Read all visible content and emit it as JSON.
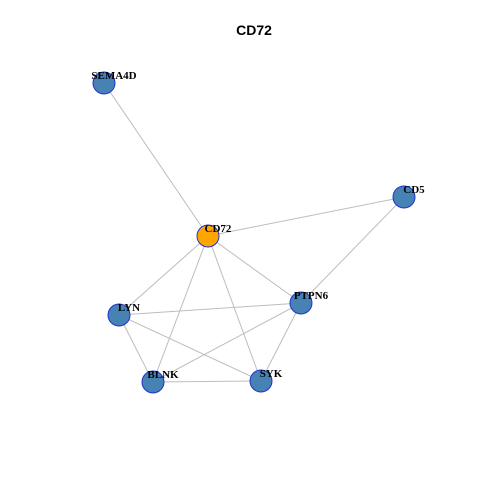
{
  "title": "CD72",
  "colors": {
    "focus_node": "#FFA500",
    "other_node": "#4682B4",
    "node_border": "#2233CC",
    "edge": "#BDBDBD"
  },
  "nodes": [
    {
      "id": "SEMA4D",
      "label": "SEMA4D",
      "focus": false
    },
    {
      "id": "CD72",
      "label": "CD72",
      "focus": true
    },
    {
      "id": "CD5",
      "label": "CD5",
      "focus": false
    },
    {
      "id": "PTPN6",
      "label": "PTPN6",
      "focus": false
    },
    {
      "id": "LYN",
      "label": "LYN",
      "focus": false
    },
    {
      "id": "BLNK",
      "label": "BLNK",
      "focus": false
    },
    {
      "id": "SYK",
      "label": "SYK",
      "focus": false
    }
  ],
  "edges": [
    [
      "SEMA4D",
      "CD72"
    ],
    [
      "CD72",
      "CD5"
    ],
    [
      "CD72",
      "PTPN6"
    ],
    [
      "CD72",
      "LYN"
    ],
    [
      "CD72",
      "BLNK"
    ],
    [
      "CD72",
      "SYK"
    ],
    [
      "CD5",
      "PTPN6"
    ],
    [
      "LYN",
      "PTPN6"
    ],
    [
      "LYN",
      "BLNK"
    ],
    [
      "LYN",
      "SYK"
    ],
    [
      "BLNK",
      "SYK"
    ],
    [
      "BLNK",
      "PTPN6"
    ],
    [
      "SYK",
      "PTPN6"
    ]
  ]
}
